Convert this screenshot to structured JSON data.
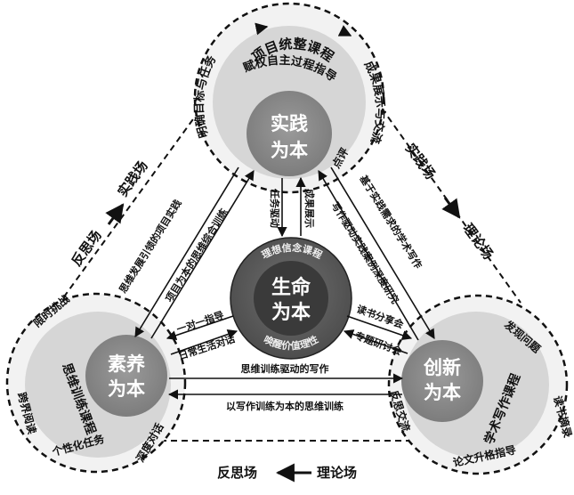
{
  "center": {
    "line1": "生命",
    "line2": "为本",
    "arc_top": "理想信念课程",
    "arc_bottom": "唤醒价值理性"
  },
  "top": {
    "line1": "实践",
    "line2": "为本",
    "course": "项目统整课程",
    "ring_left": "明确目标与任务",
    "ring_top": "赋权自主过程指导",
    "ring_right": "成果展示与交流",
    "ring_right_end": "点评"
  },
  "left": {
    "line1": "素养",
    "line2": "为本",
    "course": "思维训练课程",
    "ring_top": "限时挑战",
    "ring_left": "跨界阅读",
    "ring_bottom": "个性化任务",
    "ring_right": "深度对话"
  },
  "right": {
    "line1": "创新",
    "line2": "为本",
    "course": "学术写作课程",
    "ring_top": "发现问题",
    "ring_right": "读书摘录",
    "ring_bottom": "论文升格指导",
    "ring_left": "反思交流"
  },
  "links": {
    "top_center_down": "任务驱动",
    "top_center_up": "成果展示",
    "left_top_outer": "思维发展引领的项目实践",
    "left_top_inner": "项目为本的思维综合训练",
    "right_top_outer": "基于实践需求的学术写作",
    "right_top_inner": "写作驱动实践案例深度研究",
    "left_right_upper": "思维训练驱动的写作",
    "left_right_lower": "以写作训练为本的思维训练",
    "center_left_upper": "一对一指导",
    "center_left_lower": "日常生活对话",
    "center_right_upper": "读书分享会",
    "center_right_lower": "专题研讨会"
  },
  "fields": {
    "left": {
      "from": "反思场",
      "to": "实践场"
    },
    "right": {
      "from": "实践场",
      "to": "理论场"
    },
    "bottom": {
      "from": "反思场",
      "to": "理论场"
    }
  }
}
